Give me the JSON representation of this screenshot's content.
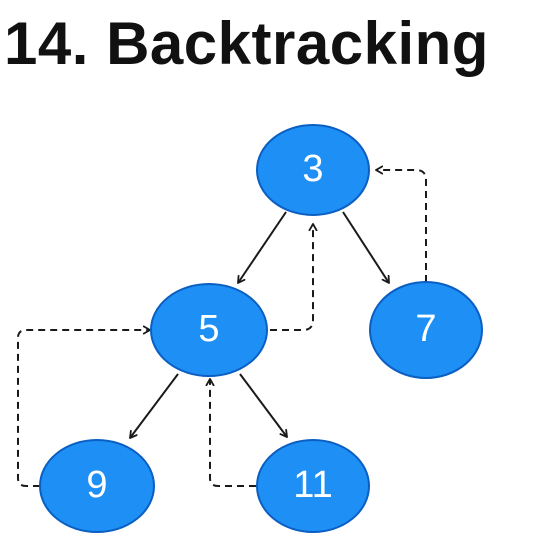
{
  "title": "14. Backtracking",
  "colors": {
    "node_fill": "#1E8FF5",
    "node_stroke": "#0B5FC2",
    "edge": "#1a1a1a",
    "text": "#111111"
  },
  "nodes": [
    {
      "id": "n3",
      "label": "3"
    },
    {
      "id": "n5",
      "label": "5"
    },
    {
      "id": "n7",
      "label": "7"
    },
    {
      "id": "n9",
      "label": "9"
    },
    {
      "id": "n11",
      "label": "11"
    }
  ],
  "tree_edges": [
    {
      "from": "3",
      "to": "5",
      "style": "solid"
    },
    {
      "from": "3",
      "to": "7",
      "style": "solid"
    },
    {
      "from": "5",
      "to": "9",
      "style": "solid"
    },
    {
      "from": "5",
      "to": "11",
      "style": "solid"
    }
  ],
  "backtrack_edges": [
    {
      "from": "7",
      "to": "3",
      "style": "dashed"
    },
    {
      "from": "5",
      "to": "3",
      "style": "dashed"
    },
    {
      "from": "9",
      "to": "5",
      "style": "dashed"
    },
    {
      "from": "11",
      "to": "5",
      "style": "dashed"
    }
  ]
}
